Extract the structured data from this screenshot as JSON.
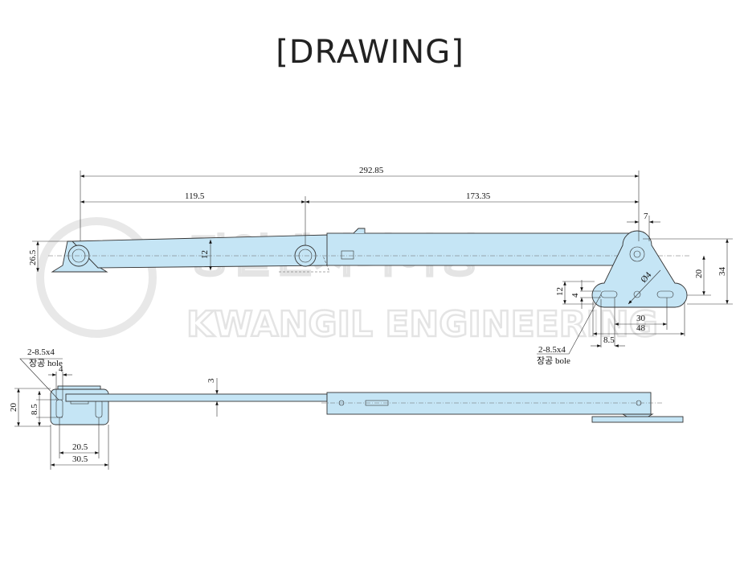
{
  "title": "[DRAWING]",
  "watermark": {
    "korean": "광일엔지니어링",
    "english": "KWANGIL ENGINEERING"
  },
  "top_view": {
    "dims": {
      "overall": "292.85",
      "left_span": "119.5",
      "right_span": "173.35",
      "bracket_height": "26.5",
      "rod": "12",
      "offset": "7",
      "pivot_height": "20",
      "total_height": "34",
      "base_height": "12",
      "slot_width": "4",
      "hole": "Ø4",
      "slot_pitch": "30",
      "base_width": "48",
      "slot_length": "8.5"
    },
    "hole_note": {
      "line1": "2-8.5x4",
      "line2": "장공 bole"
    }
  },
  "bottom_view": {
    "dims": {
      "thickness": "3",
      "plate_height": "20",
      "slot_length": "8.5",
      "slot_width": "4",
      "slot_pitch": "20.5",
      "plate_width": "30.5"
    },
    "hole_note": {
      "line1": "2-8.5x4",
      "line2": "장공 hole"
    }
  },
  "colors": {
    "part_fill": "#c5e5f5"
  }
}
